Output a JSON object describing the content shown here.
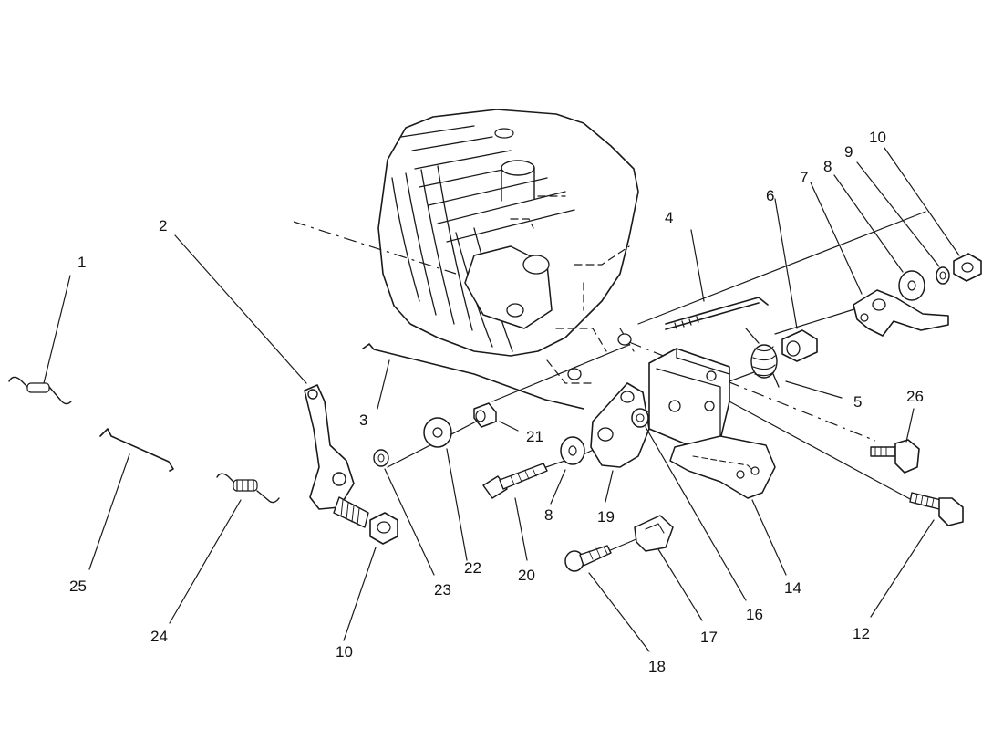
{
  "diagram": {
    "callouts": [
      "1",
      "2",
      "3",
      "4",
      "5",
      "6",
      "7",
      "8",
      "9",
      "10",
      "21",
      "22",
      "8",
      "10",
      "23",
      "20",
      "19",
      "16",
      "14",
      "12",
      "26",
      "17",
      "18",
      "24",
      "25"
    ]
  }
}
